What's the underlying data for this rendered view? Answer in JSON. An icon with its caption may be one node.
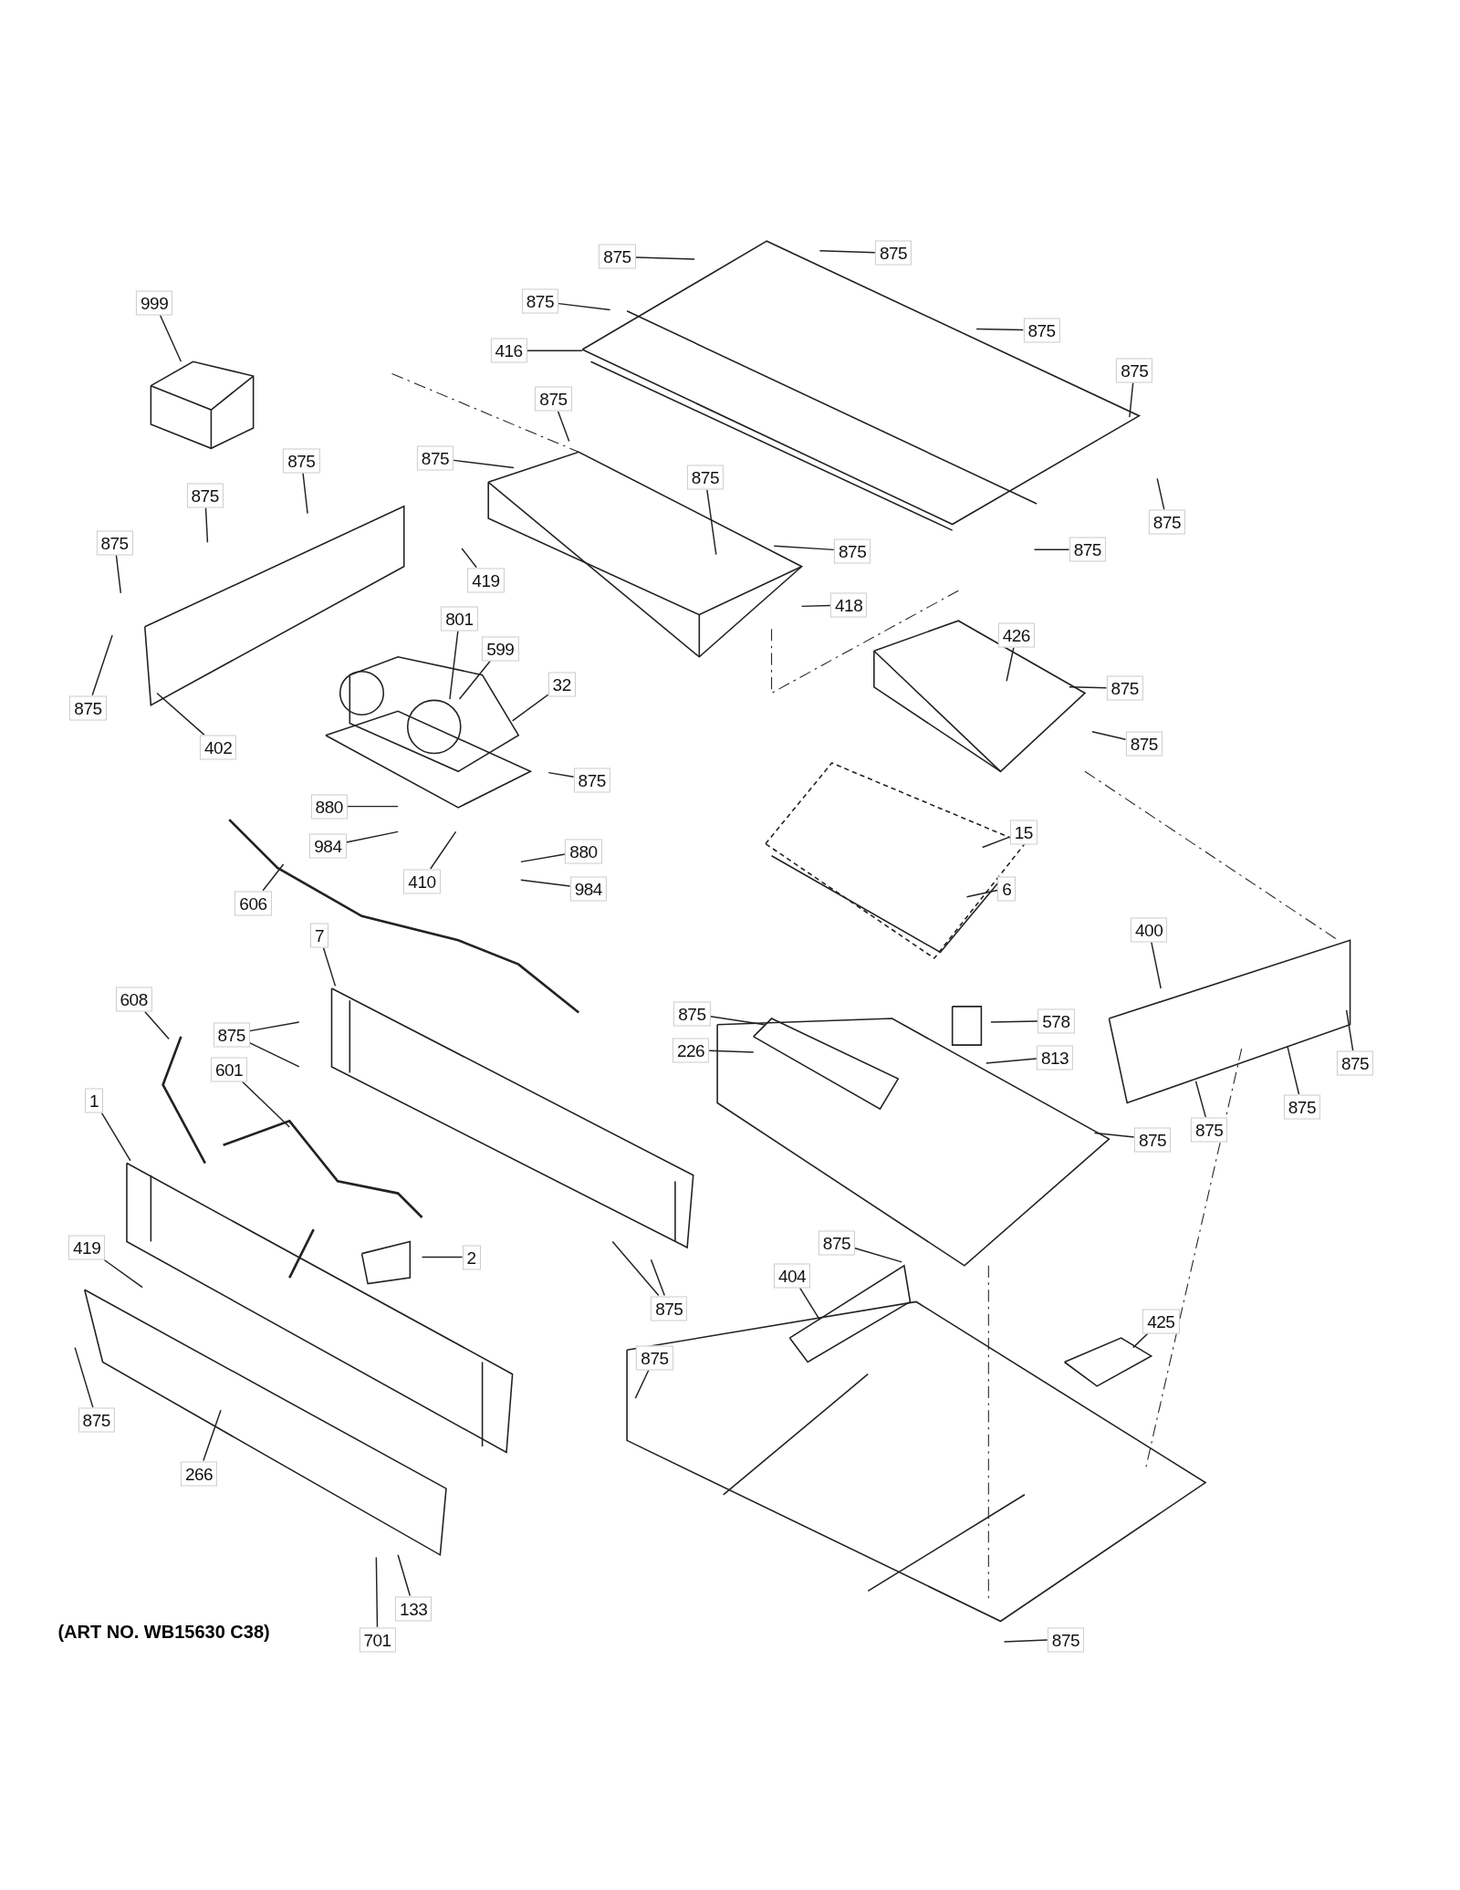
{
  "diagram": {
    "caption": "(ART NO. WB15630 C38)",
    "nodes": [
      {
        "text": [
          "875"
        ]
      },
      {
        "text": [
          "875"
        ]
      },
      {
        "text": [
          "875"
        ]
      },
      {
        "text": [
          "416"
        ]
      },
      {
        "text": [
          "875"
        ]
      },
      {
        "text": [
          "875"
        ]
      },
      {
        "text": [
          "999"
        ]
      },
      {
        "text": [
          "875"
        ]
      },
      {
        "text": [
          "875"
        ]
      },
      {
        "text": [
          "875"
        ]
      },
      {
        "text": [
          "875"
        ]
      },
      {
        "text": [
          "875"
        ]
      },
      {
        "text": [
          "875"
        ]
      },
      {
        "text": [
          "875"
        ]
      },
      {
        "text": [
          "875"
        ]
      },
      {
        "text": [
          "875"
        ]
      },
      {
        "text": [
          "419"
        ]
      },
      {
        "text": [
          "418"
        ]
      },
      {
        "text": [
          "875"
        ]
      },
      {
        "text": [
          "801"
        ]
      },
      {
        "text": [
          "599"
        ]
      },
      {
        "text": [
          "32"
        ]
      },
      {
        "text": [
          "402"
        ]
      },
      {
        "text": [
          "426"
        ]
      },
      {
        "text": [
          "875"
        ]
      },
      {
        "text": [
          "875"
        ]
      },
      {
        "text": [
          "875"
        ]
      },
      {
        "text": [
          "880"
        ]
      },
      {
        "text": [
          "984"
        ]
      },
      {
        "text": [
          "410"
        ]
      },
      {
        "text": [
          "880"
        ]
      },
      {
        "text": [
          "984"
        ]
      },
      {
        "text": [
          "606"
        ]
      },
      {
        "text": [
          "15"
        ]
      },
      {
        "text": [
          "6"
        ]
      },
      {
        "text": [
          "7"
        ]
      },
      {
        "text": [
          "400"
        ]
      },
      {
        "text": [
          "608"
        ]
      },
      {
        "text": [
          "875"
        ]
      },
      {
        "text": [
          "875"
        ]
      },
      {
        "text": [
          "578"
        ]
      },
      {
        "text": [
          "226"
        ]
      },
      {
        "text": [
          "813"
        ]
      },
      {
        "text": [
          "601"
        ]
      },
      {
        "text": [
          "875"
        ]
      },
      {
        "text": [
          "875"
        ]
      },
      {
        "text": [
          "875"
        ]
      },
      {
        "text": [
          "875"
        ]
      },
      {
        "text": [
          "1"
        ]
      },
      {
        "text": [
          "2"
        ]
      },
      {
        "text": [
          "419"
        ]
      },
      {
        "text": [
          "875"
        ]
      },
      {
        "text": [
          "875"
        ]
      },
      {
        "text": [
          "404"
        ]
      },
      {
        "text": [
          "425"
        ]
      },
      {
        "text": [
          "875"
        ]
      },
      {
        "text": [
          "875"
        ]
      },
      {
        "text": [
          "266"
        ]
      },
      {
        "text": [
          "133"
        ]
      },
      {
        "text": [
          "701"
        ]
      },
      {
        "text": [
          "875"
        ]
      }
    ],
    "edges": [
      {
        "from": 0,
        "to": null,
        "arrow": "none"
      },
      {
        "from": 1,
        "to": null,
        "arrow": "none"
      },
      {
        "from": 2,
        "to": null,
        "arrow": "none"
      },
      {
        "from": 3,
        "to": null,
        "arrow": "none"
      },
      {
        "from": 4,
        "to": null,
        "arrow": "none"
      },
      {
        "from": 5,
        "to": null,
        "arrow": "none"
      },
      {
        "from": 6,
        "to": null,
        "arrow": "none"
      },
      {
        "from": 7,
        "to": null,
        "arrow": "none"
      },
      {
        "from": 8,
        "to": null,
        "arrow": "none"
      },
      {
        "from": 9,
        "to": null,
        "arrow": "none"
      },
      {
        "from": 10,
        "to": null,
        "arrow": "none"
      },
      {
        "from": 11,
        "to": null,
        "arrow": "none"
      },
      {
        "from": 12,
        "to": null,
        "arrow": "none"
      },
      {
        "from": 13,
        "to": null,
        "arrow": "none"
      },
      {
        "from": 14,
        "to": null,
        "arrow": "none"
      },
      {
        "from": 15,
        "to": null,
        "arrow": "none"
      },
      {
        "from": 16,
        "to": null,
        "arrow": "none"
      },
      {
        "from": 17,
        "to": null,
        "arrow": "none"
      },
      {
        "from": 18,
        "to": null,
        "arrow": "none"
      },
      {
        "from": 19,
        "to": null,
        "arrow": "none"
      },
      {
        "from": 20,
        "to": null,
        "arrow": "none"
      },
      {
        "from": 21,
        "to": null,
        "arrow": "none"
      },
      {
        "from": 22,
        "to": null,
        "arrow": "none"
      },
      {
        "from": 23,
        "to": null,
        "arrow": "none"
      },
      {
        "from": 24,
        "to": null,
        "arrow": "none"
      },
      {
        "from": 25,
        "to": null,
        "arrow": "none"
      },
      {
        "from": 26,
        "to": null,
        "arrow": "none"
      },
      {
        "from": 27,
        "to": null,
        "arrow": "none"
      },
      {
        "from": 28,
        "to": null,
        "arrow": "none"
      },
      {
        "from": 29,
        "to": null,
        "arrow": "none"
      },
      {
        "from": 30,
        "to": null,
        "arrow": "none"
      },
      {
        "from": 31,
        "to": null,
        "arrow": "none"
      },
      {
        "from": 32,
        "to": null,
        "arrow": "none"
      },
      {
        "from": 33,
        "to": null,
        "arrow": "none"
      },
      {
        "from": 34,
        "to": null,
        "arrow": "none"
      },
      {
        "from": 35,
        "to": null,
        "arrow": "none"
      },
      {
        "from": 36,
        "to": null,
        "arrow": "none"
      },
      {
        "from": 37,
        "to": null,
        "arrow": "none"
      },
      {
        "from": 38,
        "to": null,
        "arrow": "none"
      },
      {
        "from": 38,
        "to": null,
        "arrow": "none"
      },
      {
        "from": 39,
        "to": null,
        "arrow": "none"
      },
      {
        "from": 40,
        "to": null,
        "arrow": "none"
      },
      {
        "from": 41,
        "to": null,
        "arrow": "none"
      },
      {
        "from": 42,
        "to": null,
        "arrow": "none"
      },
      {
        "from": 43,
        "to": null,
        "arrow": "none"
      },
      {
        "from": 44,
        "to": null,
        "arrow": "none"
      },
      {
        "from": 45,
        "to": null,
        "arrow": "none"
      },
      {
        "from": 46,
        "to": null,
        "arrow": "none"
      },
      {
        "from": 47,
        "to": null,
        "arrow": "none"
      },
      {
        "from": 48,
        "to": null,
        "arrow": "none"
      },
      {
        "from": 49,
        "to": null,
        "arrow": "none"
      },
      {
        "from": 50,
        "to": null,
        "arrow": "none"
      },
      {
        "from": 51,
        "to": null,
        "arrow": "none"
      },
      {
        "from": 51,
        "to": null,
        "arrow": "none"
      },
      {
        "from": 52,
        "to": null,
        "arrow": "none"
      },
      {
        "from": 53,
        "to": null,
        "arrow": "none"
      },
      {
        "from": 54,
        "to": null,
        "arrow": "none"
      },
      {
        "from": 55,
        "to": null,
        "arrow": "none"
      },
      {
        "from": 56,
        "to": null,
        "arrow": "none"
      },
      {
        "from": 57,
        "to": null,
        "arrow": "none"
      },
      {
        "from": 58,
        "to": null,
        "arrow": "none"
      },
      {
        "from": 59,
        "to": null,
        "arrow": "none"
      },
      {
        "from": 60,
        "to": null,
        "arrow": "none"
      }
    ]
  }
}
